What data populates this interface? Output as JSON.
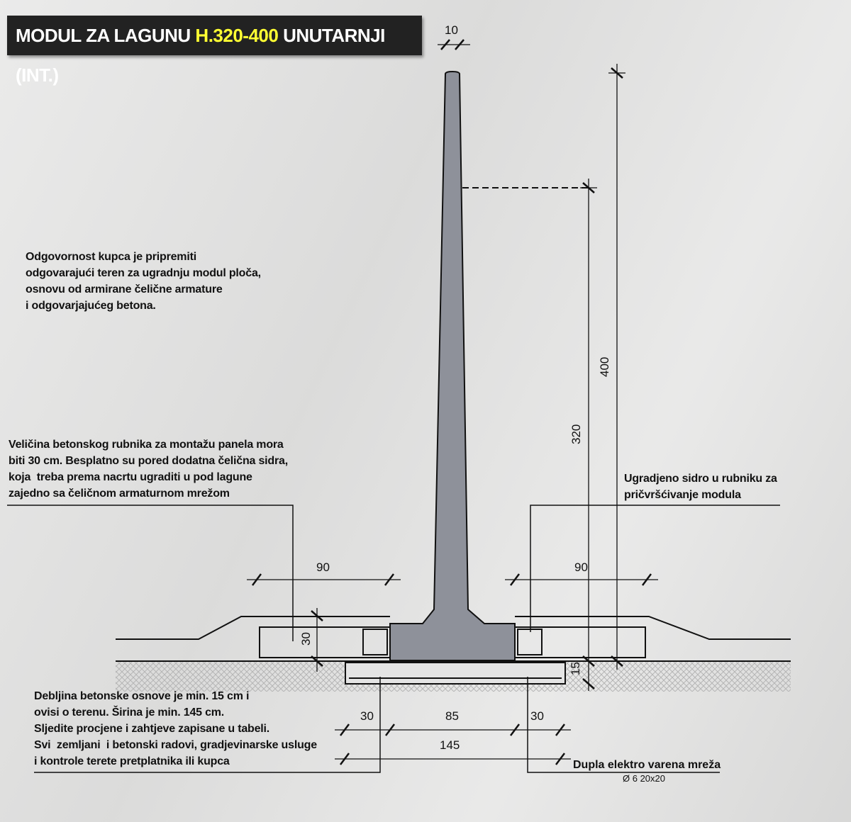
{
  "title": {
    "prefix": "MODUL ZA LAGUNU ",
    "highlight": "H.320-400",
    "suffix": " UNUTARNJI (INT.)"
  },
  "colors": {
    "highlight": "#ffff33",
    "concrete": "#8e919a",
    "title_bg": "#222222"
  },
  "notes": {
    "customer": "Odgovornost kupca je pripremiti\nodgovarajući teren za ugradnju modul ploča,\nosnovu od armirane čelične armature\ni odgovarjajućeg betona.",
    "curb": "Veličina betonskog rubnika za montažu panela mora\nbiti 30 cm. Besplatno su pored dodatna čelična sidra,\nkoja  treba prema nacrtu ugraditi u pod lagune\nzajedno sa čeličnom armaturnom mrežom",
    "anchor": "Ugradjeno sidro u rubniku za\npričvršćivanje modula",
    "base": "Debljina betonske osnove je min. 15 cm i\novisi o terenu. Širina je min. 145 cm.\nSljedite procjene i zahtjeve zapisane u tabeli.\nSvi  zemljani  i betonski radovi, gradjevinarske usluge\ni kontrole terete pretplatnika ili kupca",
    "mesh": "Dupla elektro varena mreža",
    "mesh_spec": "Ø 6 20x20"
  },
  "dimensions": {
    "top_width": "10",
    "total_height": "400",
    "panel_height": "320",
    "left_curb": "90",
    "right_curb": "90",
    "curb_height": "30",
    "base_thickness": "15",
    "base_left": "30",
    "base_middle": "85",
    "base_right": "30",
    "base_total": "145"
  }
}
